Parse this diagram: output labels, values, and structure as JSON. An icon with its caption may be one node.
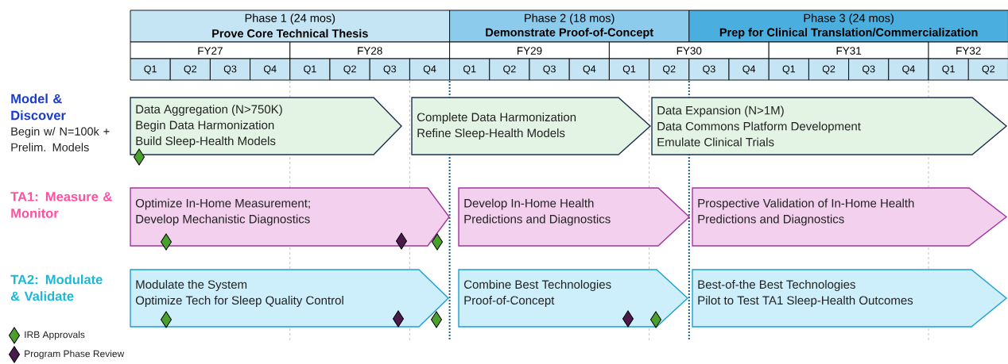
{
  "diagram": {
    "nodes": [
      {
        "text": [
          "Data Aggregation (N>750K)",
          "Begin Data Harmonization",
          "Build Sleep-Health Models"
        ]
      },
      {
        "text": [
          "Complete Data Harmonization",
          "Refine Sleep-Health Models"
        ]
      },
      {
        "text": [
          "Data Expansion (N>1M)",
          "Data Commons Platform Development",
          "Emulate Clinical Trials"
        ]
      },
      {
        "text": [
          "Optimize In-Home Measurement;",
          "Develop Mechanistic Diagnostics"
        ]
      },
      {
        "text": [
          "Develop In-Home Health",
          "Predictions and Diagnostics"
        ]
      },
      {
        "text": [
          "Prospective Validation of In-Home Health",
          "Predictions and Diagnostics"
        ]
      },
      {
        "text": [
          "Modulate the System",
          "Optimize Tech for Sleep Quality Control"
        ]
      },
      {
        "text": [
          "Combine Best Technologies",
          "Proof-of-Concept"
        ]
      },
      {
        "text": [
          "Best-of-the Best Technologies",
          "Pilot to Test TA1 Sleep-Health Outcomes"
        ]
      }
    ],
    "edges": [],
    "labels": [
      "Phase 1 (24 mos)",
      "Prove Core Technical Thesis",
      "Phase 2 (18 mos)",
      "Demonstrate Proof-of-Concept",
      "Phase 3 (24 mos)",
      "Prep for Clinical Translation/Commercialization",
      "FY27",
      "FY28",
      "FY29",
      "FY30",
      "FY31",
      "FY32",
      "Q1",
      "Q2",
      "Q3",
      "Q4",
      "Q1",
      "Q2",
      "Q3",
      "Q4",
      "Q1",
      "Q2",
      "Q3",
      "Q4",
      "Q1",
      "Q2",
      "Q3",
      "Q4",
      "Q1",
      "Q2",
      "Q3",
      "Q4",
      "Q1",
      "Q2",
      "Model & Discover",
      "Begin w/ N=100k + Prelim. Models",
      "TA1: Measure & Monitor",
      "TA2: Modulate & Validate"
    ],
    "legend": [
      {
        "text": "IRB Approvals"
      },
      {
        "text": "Program Phase Review"
      }
    ]
  }
}
